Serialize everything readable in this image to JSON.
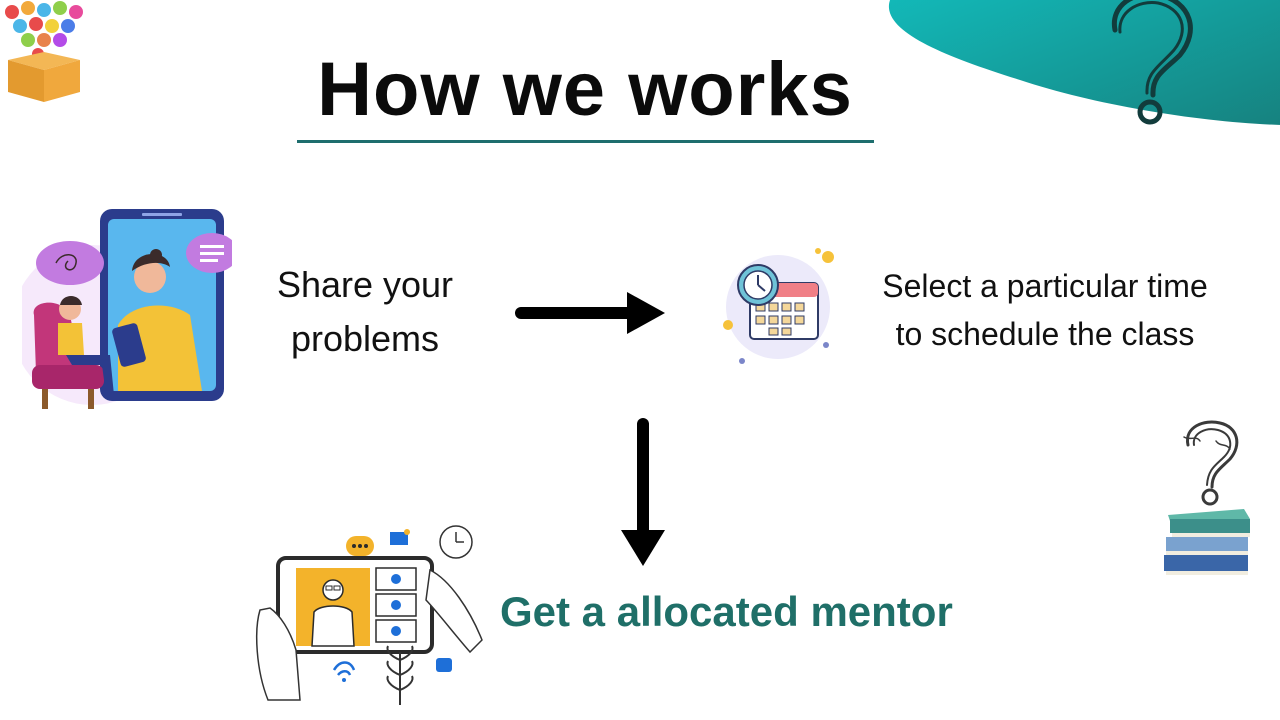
{
  "title": "How we works",
  "steps": {
    "share": {
      "line1": "Share your",
      "line2": "problems",
      "icon": "video-call-illustration"
    },
    "schedule": {
      "line1": "Select a particular time",
      "line2": "to schedule the class",
      "icon": "calendar-clock-icon"
    },
    "mentor": {
      "label": "Get a allocated mentor",
      "icon": "tablet-mentor-illustration"
    }
  },
  "decorations": {
    "top_left": "question-box-icon",
    "top_right": "question-mark-icon",
    "right": "books-question-icon"
  },
  "colors": {
    "accent_teal": "#1f6f68",
    "blob_teal": "#14a8a8",
    "underline": "#1e6e6e",
    "arrow": "#000000"
  }
}
